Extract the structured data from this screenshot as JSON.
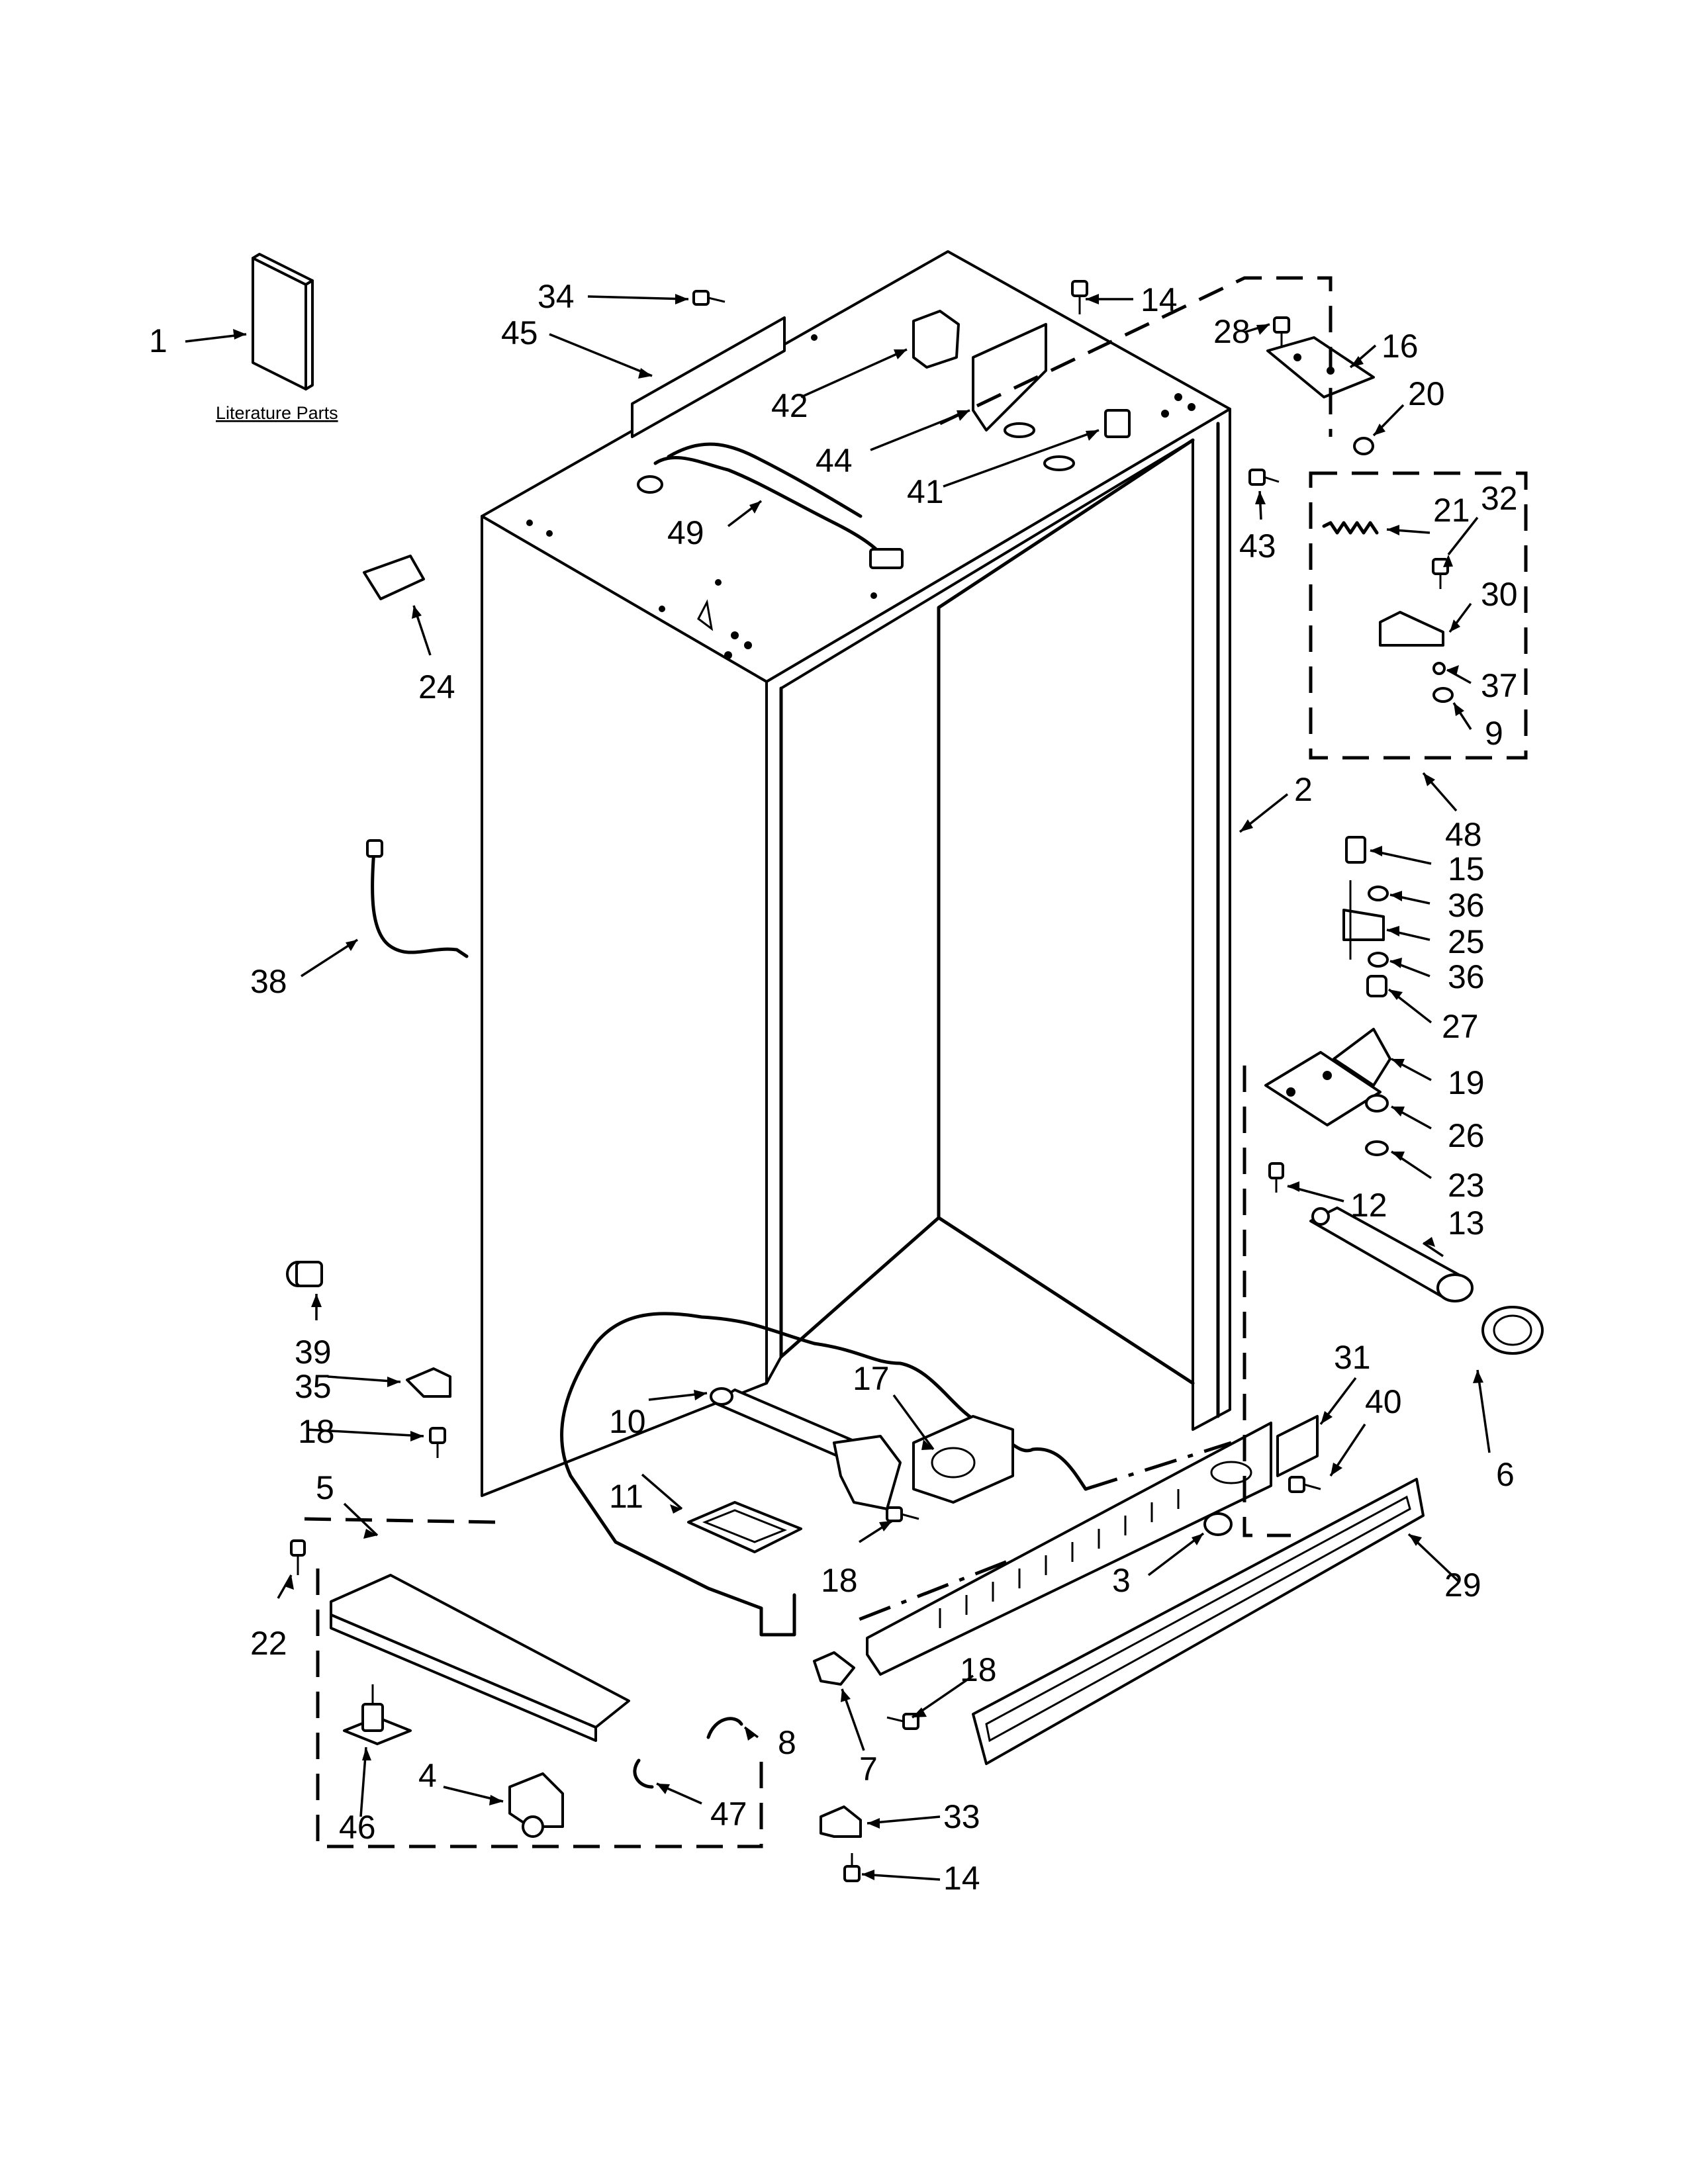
{
  "literature_caption": "Literature Parts",
  "callouts": [
    "1",
    "2",
    "3",
    "4",
    "5",
    "6",
    "7",
    "8",
    "9",
    "10",
    "11",
    "12",
    "13",
    "14",
    "15",
    "16",
    "17",
    "18",
    "19",
    "20",
    "21",
    "22",
    "23",
    "24",
    "25",
    "26",
    "27",
    "28",
    "29",
    "30",
    "31",
    "32",
    "33",
    "34",
    "35",
    "36",
    "37",
    "38",
    "39",
    "40",
    "41",
    "42",
    "43",
    "44",
    "45",
    "46",
    "47",
    "48",
    "49"
  ],
  "c": {
    "n1": "1",
    "n2": "2",
    "n3": "3",
    "n4": "4",
    "n5": "5",
    "n6": "6",
    "n7": "7",
    "n8": "8",
    "n9": "9",
    "n10": "10",
    "n11": "11",
    "n12": "12",
    "n13": "13",
    "n14": "14",
    "n15": "15",
    "n16": "16",
    "n17": "17",
    "n18": "18",
    "n19": "19",
    "n20": "20",
    "n21": "21",
    "n22": "22",
    "n23": "23",
    "n24": "24",
    "n25": "25",
    "n26": "26",
    "n27": "27",
    "n28": "28",
    "n29": "29",
    "n30": "30",
    "n31": "31",
    "n32": "32",
    "n33": "33",
    "n34": "34",
    "n35": "35",
    "n36": "36",
    "n37": "37",
    "n38": "38",
    "n39": "39",
    "n40": "40",
    "n41": "41",
    "n42": "42",
    "n43": "43",
    "n44": "44",
    "n45": "45",
    "n46": "46",
    "n47": "47",
    "n48": "48",
    "n49": "49"
  }
}
